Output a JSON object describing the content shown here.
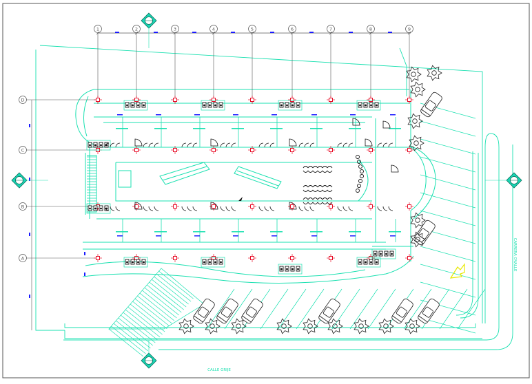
{
  "drawing": {
    "colors": {
      "linework": "#19e0b0",
      "grid": "#555555",
      "dims": "#1a1aff",
      "columns": "#e8102a",
      "fixtures": "#111111",
      "trees": "#222222",
      "marker_fill": "#19d6b4",
      "arrow": "#e8e800"
    },
    "grid_top_labels": [
      "1",
      "2",
      "3",
      "4",
      "5",
      "6",
      "7",
      "8",
      "9"
    ],
    "grid_side_labels": [
      "D",
      "C",
      "B",
      "A"
    ],
    "street_bottom": "CALLE GRIJE",
    "street_right": "CARRERA OVALLE"
  }
}
